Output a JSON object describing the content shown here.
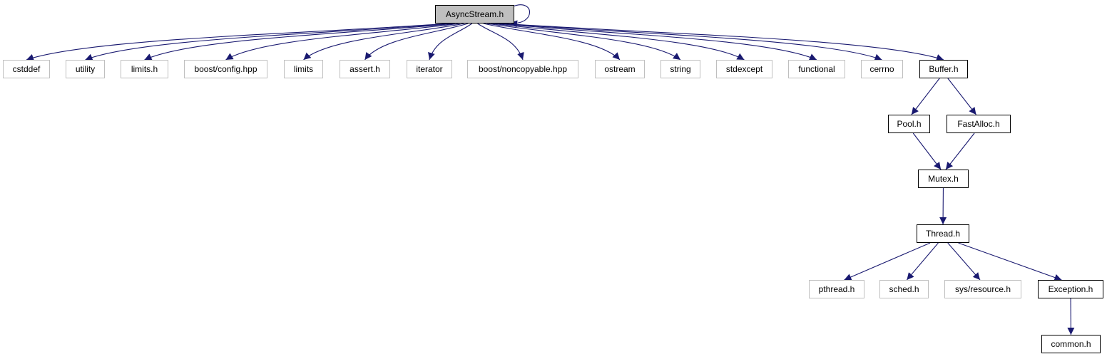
{
  "graph": {
    "colors": {
      "edge": "#191970",
      "root_fill": "#bfbfbf",
      "internal_border": "#000000",
      "external_border": "#bfbfbf"
    },
    "nodes": [
      {
        "id": "root",
        "label": "AsyncStream.h",
        "kind": "root"
      },
      {
        "id": "cstddef",
        "label": "cstddef",
        "kind": "external"
      },
      {
        "id": "utility",
        "label": "utility",
        "kind": "external"
      },
      {
        "id": "limits_h",
        "label": "limits.h",
        "kind": "external"
      },
      {
        "id": "boost_config",
        "label": "boost/config.hpp",
        "kind": "external"
      },
      {
        "id": "limits",
        "label": "limits",
        "kind": "external"
      },
      {
        "id": "assert_h",
        "label": "assert.h",
        "kind": "external"
      },
      {
        "id": "iterator",
        "label": "iterator",
        "kind": "external"
      },
      {
        "id": "boost_noncopyable",
        "label": "boost/noncopyable.hpp",
        "kind": "external"
      },
      {
        "id": "ostream",
        "label": "ostream",
        "kind": "external"
      },
      {
        "id": "string",
        "label": "string",
        "kind": "external"
      },
      {
        "id": "stdexcept",
        "label": "stdexcept",
        "kind": "external"
      },
      {
        "id": "functional",
        "label": "functional",
        "kind": "external"
      },
      {
        "id": "cerrno",
        "label": "cerrno",
        "kind": "external"
      },
      {
        "id": "buffer_h",
        "label": "Buffer.h",
        "kind": "internal"
      },
      {
        "id": "pool_h",
        "label": "Pool.h",
        "kind": "internal"
      },
      {
        "id": "fastalloc_h",
        "label": "FastAlloc.h",
        "kind": "internal"
      },
      {
        "id": "mutex_h",
        "label": "Mutex.h",
        "kind": "internal"
      },
      {
        "id": "thread_h",
        "label": "Thread.h",
        "kind": "internal"
      },
      {
        "id": "pthread_h",
        "label": "pthread.h",
        "kind": "external"
      },
      {
        "id": "sched_h",
        "label": "sched.h",
        "kind": "external"
      },
      {
        "id": "sys_resource_h",
        "label": "sys/resource.h",
        "kind": "external"
      },
      {
        "id": "exception_h",
        "label": "Exception.h",
        "kind": "internal"
      },
      {
        "id": "common_h",
        "label": "common.h",
        "kind": "internal"
      }
    ],
    "edges": [
      {
        "from": "root",
        "to": "cstddef"
      },
      {
        "from": "root",
        "to": "utility"
      },
      {
        "from": "root",
        "to": "limits_h"
      },
      {
        "from": "root",
        "to": "boost_config"
      },
      {
        "from": "root",
        "to": "limits"
      },
      {
        "from": "root",
        "to": "assert_h"
      },
      {
        "from": "root",
        "to": "iterator"
      },
      {
        "from": "root",
        "to": "boost_noncopyable"
      },
      {
        "from": "root",
        "to": "ostream"
      },
      {
        "from": "root",
        "to": "string"
      },
      {
        "from": "root",
        "to": "stdexcept"
      },
      {
        "from": "root",
        "to": "functional"
      },
      {
        "from": "root",
        "to": "cerrno"
      },
      {
        "from": "root",
        "to": "buffer_h"
      },
      {
        "from": "root",
        "to": "root",
        "self": true
      },
      {
        "from": "buffer_h",
        "to": "pool_h"
      },
      {
        "from": "buffer_h",
        "to": "fastalloc_h"
      },
      {
        "from": "pool_h",
        "to": "mutex_h"
      },
      {
        "from": "fastalloc_h",
        "to": "mutex_h"
      },
      {
        "from": "mutex_h",
        "to": "thread_h"
      },
      {
        "from": "thread_h",
        "to": "pthread_h"
      },
      {
        "from": "thread_h",
        "to": "sched_h"
      },
      {
        "from": "thread_h",
        "to": "sys_resource_h"
      },
      {
        "from": "thread_h",
        "to": "exception_h"
      },
      {
        "from": "exception_h",
        "to": "common_h"
      }
    ]
  }
}
